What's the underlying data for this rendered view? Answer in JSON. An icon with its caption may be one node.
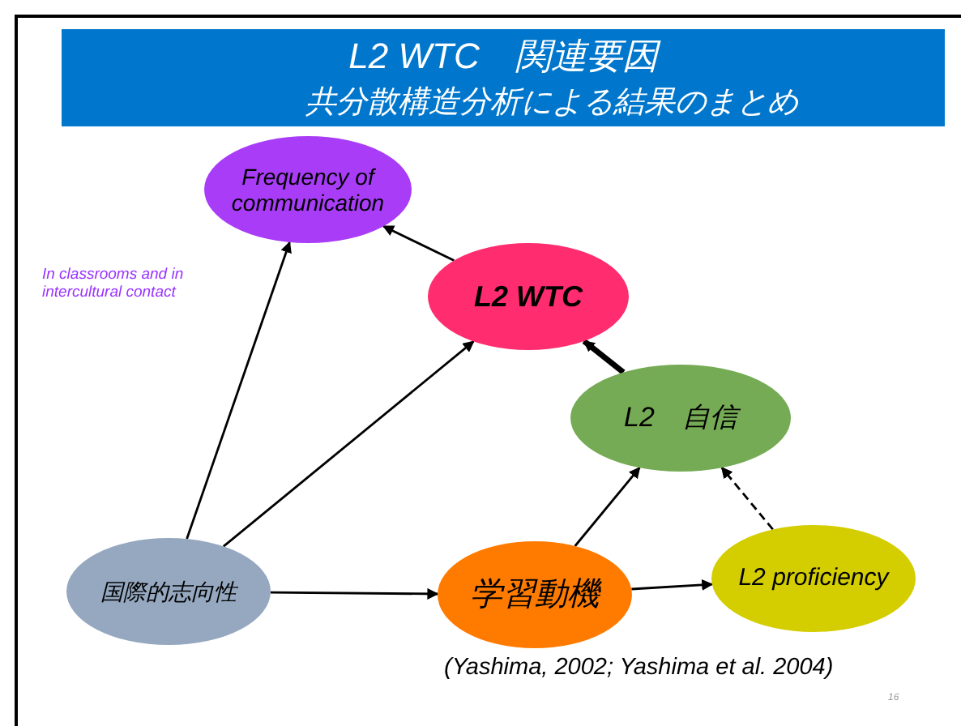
{
  "diagram": {
    "nodes": [
      {
        "text": [
          "L2 WTC　関連要因",
          "共分散構造分析による結果のまとめ"
        ]
      },
      {
        "text": [
          "Frequency of communication"
        ]
      },
      {
        "text": [
          "L2 WTC"
        ]
      },
      {
        "text": [
          "L2　自信"
        ]
      },
      {
        "text": [
          "国際的志向性"
        ]
      },
      {
        "text": [
          "学習動機"
        ]
      },
      {
        "text": [
          "L2 proficiency"
        ]
      }
    ],
    "edges": [
      {
        "from": 4,
        "to": 1,
        "arrow": "to"
      },
      {
        "from": 4,
        "to": 2,
        "arrow": "to"
      },
      {
        "from": 2,
        "to": 1,
        "arrow": "to"
      },
      {
        "from": 3,
        "to": 2,
        "arrow": "to",
        "style": "thick"
      },
      {
        "from": 5,
        "to": 3,
        "arrow": "to"
      },
      {
        "from": 6,
        "to": 3,
        "arrow": "to",
        "style": "dashed"
      },
      {
        "from": 4,
        "to": 5,
        "arrow": "to"
      },
      {
        "from": 5,
        "to": 6,
        "arrow": "to"
      }
    ],
    "labels": [
      "In classrooms and  in intercultural contact",
      "(Yashima, 2002; Yashima et al. 2004)",
      "16"
    ]
  }
}
